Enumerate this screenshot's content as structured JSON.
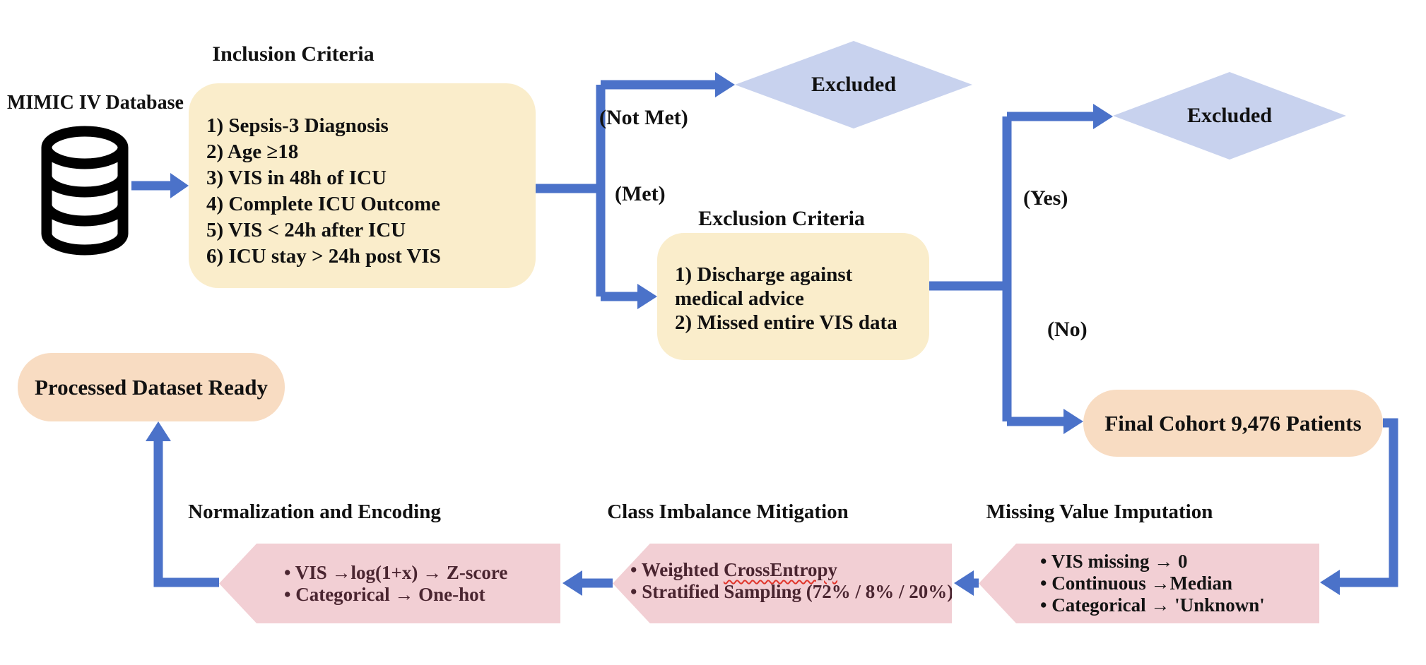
{
  "source": {
    "label": "MIMIC IV Database"
  },
  "inclusion": {
    "title": "Inclusion Criteria",
    "items": [
      "1) Sepsis-3 Diagnosis",
      "2) Age ≥18",
      "3) VIS in 48h of ICU",
      "4) Complete ICU Outcome",
      "5) VIS < 24h after ICU",
      "6) ICU stay > 24h post VIS"
    ]
  },
  "branch1": {
    "not_met": "(Not Met)",
    "met": "(Met)"
  },
  "excluded_1": {
    "label": "Excluded"
  },
  "exclusion": {
    "title": "Exclusion Criteria",
    "lines": [
      "1) Discharge against",
      "medical advice",
      "2) Missed entire VIS data"
    ]
  },
  "branch2": {
    "yes": "(Yes)",
    "no": "(No)"
  },
  "excluded_2": {
    "label": "Excluded"
  },
  "final_cohort": {
    "label": "Final Cohort 9,476 Patients"
  },
  "processed": {
    "label": "Processed Dataset Ready"
  },
  "stages": {
    "missing": {
      "title": "Missing Value Imputation",
      "bullets": [
        "• VIS missing → 0",
        "• Continuous →Median",
        "• Categorical → 'Unknown'"
      ]
    },
    "class_imbalance": {
      "title": "Class Imbalance Mitigation",
      "bullet1_prefix": "• Weighted ",
      "bullet1_flagged": "CrossEntropy",
      "bullet2": "• Stratified Sampling (72% / 8% / 20%)"
    },
    "normalization": {
      "title": "Normalization and Encoding",
      "bullets": [
        "• VIS →log(1+x) → Z-score",
        "• Categorical → One-hot"
      ]
    }
  },
  "colors": {
    "connector_blue": "#4B72C9",
    "criteria_yellow": "#FAEDCB",
    "diamond_periwinkle": "#C8D2EE",
    "terminal_peach": "#F8DCC2",
    "stage_pink": "#F2CFD4",
    "stage_text_maroon": "#4A2530",
    "squiggle_red": "#E0352B",
    "icon_black": "#000000"
  }
}
